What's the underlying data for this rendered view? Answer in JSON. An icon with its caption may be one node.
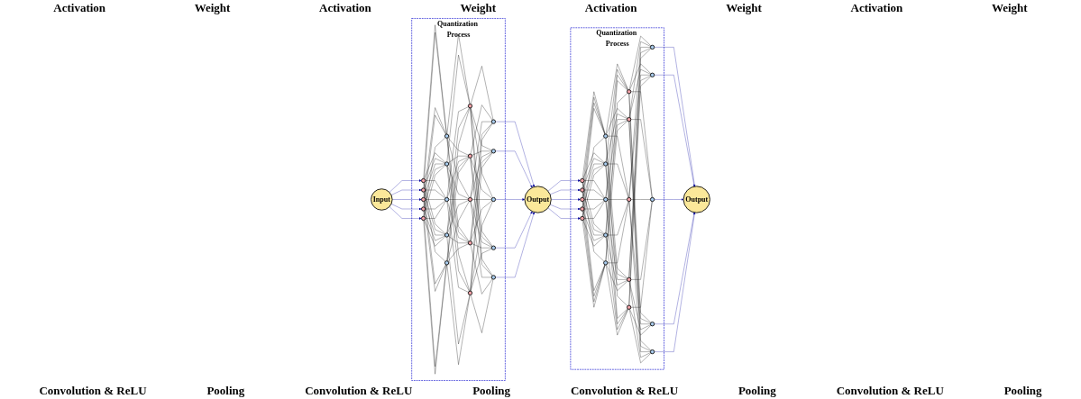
{
  "diagram": {
    "nodes": [
      {
        "text": [
          "Input"
        ]
      },
      {
        "text": [
          "Quantization Process"
        ]
      },
      {
        "text": [],
        "shape": "circle",
        "in": 1
      },
      {
        "text": [],
        "shape": "circle",
        "in": 1
      },
      {
        "text": [],
        "shape": "circle",
        "in": 1
      },
      {
        "text": [],
        "shape": "circle",
        "in": 1
      },
      {
        "text": [],
        "shape": "circle",
        "in": 1
      },
      {
        "text": [],
        "shape": "circle",
        "in": 1
      },
      {
        "text": [],
        "shape": "circle",
        "in": 1
      },
      {
        "text": [],
        "shape": "circle",
        "in": 1
      },
      {
        "text": [],
        "shape": "circle",
        "in": 1
      },
      {
        "text": [],
        "shape": "circle",
        "in": 1
      },
      {
        "text": [],
        "shape": "circle",
        "in": 1
      },
      {
        "text": [],
        "shape": "circle",
        "in": 1
      },
      {
        "text": [],
        "shape": "circle",
        "in": 1
      },
      {
        "text": [],
        "shape": "circle",
        "in": 1
      },
      {
        "text": [],
        "shape": "circle",
        "in": 1
      },
      {
        "text": [],
        "shape": "circle",
        "in": 1
      },
      {
        "text": [],
        "shape": "circle",
        "in": 1
      },
      {
        "text": [],
        "shape": "circle",
        "in": 1
      },
      {
        "text": [],
        "shape": "circle",
        "in": 1
      },
      {
        "text": [],
        "shape": "circle",
        "in": 1
      },
      {
        "text": [
          "Output"
        ]
      },
      {
        "text": [
          "Quantization Process"
        ]
      },
      {
        "text": [],
        "shape": "circle",
        "in": 23
      },
      {
        "text": [],
        "shape": "circle",
        "in": 23
      },
      {
        "text": [],
        "shape": "circle",
        "in": 23
      },
      {
        "text": [],
        "shape": "circle",
        "in": 23
      },
      {
        "text": [],
        "shape": "circle",
        "in": 23
      },
      {
        "text": [],
        "shape": "circle",
        "in": 23
      },
      {
        "text": [],
        "shape": "circle",
        "in": 23
      },
      {
        "text": [],
        "shape": "circle",
        "in": 23
      },
      {
        "text": [],
        "shape": "circle",
        "in": 23
      },
      {
        "text": [],
        "shape": "circle",
        "in": 23
      },
      {
        "text": [],
        "shape": "circle",
        "in": 23
      },
      {
        "text": [],
        "shape": "circle",
        "in": 23
      },
      {
        "text": [],
        "shape": "circle",
        "in": 23
      },
      {
        "text": [],
        "shape": "circle",
        "in": 23
      },
      {
        "text": [],
        "shape": "circle",
        "in": 23
      },
      {
        "text": [],
        "shape": "circle",
        "in": 23
      },
      {
        "text": [],
        "shape": "circle",
        "in": 23
      },
      {
        "text": [],
        "shape": "circle",
        "in": 23
      },
      {
        "text": [],
        "shape": "circle",
        "in": 23
      },
      {
        "text": [],
        "shape": "circle",
        "in": 23
      },
      {
        "text": [
          "Output"
        ]
      }
    ],
    "edges": [
      {
        "from": 0,
        "to": 2,
        "arrow": "to",
        "color": "#0000a0"
      },
      {
        "from": 0,
        "to": 3,
        "arrow": "to",
        "color": "#0000a0"
      },
      {
        "from": 0,
        "to": 4,
        "arrow": "to",
        "color": "#0000a0"
      },
      {
        "from": 0,
        "to": 5,
        "arrow": "to",
        "color": "#0000a0"
      },
      {
        "from": 0,
        "to": 6,
        "arrow": "to",
        "color": "#0000a0"
      },
      {
        "from": 2,
        "to": 7,
        "arrow": "none"
      },
      {
        "from": 2,
        "to": 8,
        "arrow": "none"
      },
      {
        "from": 2,
        "to": 9,
        "arrow": "none"
      },
      {
        "from": 2,
        "to": 10,
        "arrow": "none"
      },
      {
        "from": 2,
        "to": 11,
        "arrow": "none"
      },
      {
        "from": 3,
        "to": 7,
        "arrow": "none"
      },
      {
        "from": 3,
        "to": 8,
        "arrow": "none"
      },
      {
        "from": 3,
        "to": 9,
        "arrow": "none"
      },
      {
        "from": 3,
        "to": 10,
        "arrow": "none"
      },
      {
        "from": 3,
        "to": 11,
        "arrow": "none"
      },
      {
        "from": 4,
        "to": 7,
        "arrow": "none"
      },
      {
        "from": 4,
        "to": 8,
        "arrow": "none"
      },
      {
        "from": 4,
        "to": 9,
        "arrow": "none"
      },
      {
        "from": 4,
        "to": 10,
        "arrow": "none"
      },
      {
        "from": 4,
        "to": 11,
        "arrow": "none"
      },
      {
        "from": 5,
        "to": 7,
        "arrow": "none"
      },
      {
        "from": 5,
        "to": 8,
        "arrow": "none"
      },
      {
        "from": 5,
        "to": 9,
        "arrow": "none"
      },
      {
        "from": 5,
        "to": 10,
        "arrow": "none"
      },
      {
        "from": 5,
        "to": 11,
        "arrow": "none"
      },
      {
        "from": 6,
        "to": 7,
        "arrow": "none"
      },
      {
        "from": 6,
        "to": 8,
        "arrow": "none"
      },
      {
        "from": 6,
        "to": 9,
        "arrow": "none"
      },
      {
        "from": 6,
        "to": 10,
        "arrow": "none"
      },
      {
        "from": 6,
        "to": 11,
        "arrow": "none"
      },
      {
        "from": 7,
        "to": 12,
        "arrow": "none"
      },
      {
        "from": 7,
        "to": 13,
        "arrow": "none"
      },
      {
        "from": 7,
        "to": 14,
        "arrow": "none"
      },
      {
        "from": 7,
        "to": 15,
        "arrow": "none"
      },
      {
        "from": 7,
        "to": 16,
        "arrow": "none"
      },
      {
        "from": 8,
        "to": 12,
        "arrow": "none"
      },
      {
        "from": 8,
        "to": 13,
        "arrow": "none"
      },
      {
        "from": 8,
        "to": 14,
        "arrow": "none"
      },
      {
        "from": 8,
        "to": 15,
        "arrow": "none"
      },
      {
        "from": 8,
        "to": 16,
        "arrow": "none"
      },
      {
        "from": 9,
        "to": 12,
        "arrow": "none"
      },
      {
        "from": 9,
        "to": 13,
        "arrow": "none"
      },
      {
        "from": 9,
        "to": 14,
        "arrow": "none"
      },
      {
        "from": 9,
        "to": 15,
        "arrow": "none"
      },
      {
        "from": 9,
        "to": 16,
        "arrow": "none"
      },
      {
        "from": 10,
        "to": 12,
        "arrow": "none"
      },
      {
        "from": 10,
        "to": 13,
        "arrow": "none"
      },
      {
        "from": 10,
        "to": 14,
        "arrow": "none"
      },
      {
        "from": 10,
        "to": 15,
        "arrow": "none"
      },
      {
        "from": 10,
        "to": 16,
        "arrow": "none"
      },
      {
        "from": 11,
        "to": 12,
        "arrow": "none"
      },
      {
        "from": 11,
        "to": 13,
        "arrow": "none"
      },
      {
        "from": 11,
        "to": 14,
        "arrow": "none"
      },
      {
        "from": 11,
        "to": 15,
        "arrow": "none"
      },
      {
        "from": 11,
        "to": 16,
        "arrow": "none"
      },
      {
        "from": 12,
        "to": 17,
        "arrow": "none"
      },
      {
        "from": 12,
        "to": 18,
        "arrow": "none"
      },
      {
        "from": 12,
        "to": 19,
        "arrow": "none"
      },
      {
        "from": 12,
        "to": 20,
        "arrow": "none"
      },
      {
        "from": 12,
        "to": 21,
        "arrow": "none"
      },
      {
        "from": 13,
        "to": 17,
        "arrow": "none"
      },
      {
        "from": 13,
        "to": 18,
        "arrow": "none"
      },
      {
        "from": 13,
        "to": 19,
        "arrow": "none"
      },
      {
        "from": 13,
        "to": 20,
        "arrow": "none"
      },
      {
        "from": 13,
        "to": 21,
        "arrow": "none"
      },
      {
        "from": 14,
        "to": 17,
        "arrow": "none"
      },
      {
        "from": 14,
        "to": 18,
        "arrow": "none"
      },
      {
        "from": 14,
        "to": 19,
        "arrow": "none"
      },
      {
        "from": 14,
        "to": 20,
        "arrow": "none"
      },
      {
        "from": 14,
        "to": 21,
        "arrow": "none"
      },
      {
        "from": 15,
        "to": 17,
        "arrow": "none"
      },
      {
        "from": 15,
        "to": 18,
        "arrow": "none"
      },
      {
        "from": 15,
        "to": 19,
        "arrow": "none"
      },
      {
        "from": 15,
        "to": 20,
        "arrow": "none"
      },
      {
        "from": 15,
        "to": 21,
        "arrow": "none"
      },
      {
        "from": 16,
        "to": 17,
        "arrow": "none"
      },
      {
        "from": 16,
        "to": 18,
        "arrow": "none"
      },
      {
        "from": 16,
        "to": 19,
        "arrow": "none"
      },
      {
        "from": 16,
        "to": 20,
        "arrow": "none"
      },
      {
        "from": 16,
        "to": 21,
        "arrow": "none"
      },
      {
        "from": 17,
        "to": 22,
        "arrow": "to",
        "color": "#0000a0"
      },
      {
        "from": 18,
        "to": 22,
        "arrow": "to",
        "color": "#0000a0"
      },
      {
        "from": 19,
        "to": 22,
        "arrow": "to",
        "color": "#0000a0"
      },
      {
        "from": 20,
        "to": 22,
        "arrow": "to",
        "color": "#0000a0"
      },
      {
        "from": 21,
        "to": 22,
        "arrow": "to",
        "color": "#0000a0"
      },
      {
        "from": 22,
        "to": 24,
        "arrow": "to",
        "color": "#0000a0"
      },
      {
        "from": 22,
        "to": 25,
        "arrow": "to",
        "color": "#0000a0"
      },
      {
        "from": 22,
        "to": 26,
        "arrow": "to",
        "color": "#0000a0"
      },
      {
        "from": 22,
        "to": 27,
        "arrow": "to",
        "color": "#0000a0"
      },
      {
        "from": 22,
        "to": 28,
        "arrow": "to",
        "color": "#0000a0"
      },
      {
        "from": 24,
        "to": 29,
        "arrow": "none"
      },
      {
        "from": 24,
        "to": 30,
        "arrow": "none"
      },
      {
        "from": 24,
        "to": 31,
        "arrow": "none"
      },
      {
        "from": 24,
        "to": 32,
        "arrow": "none"
      },
      {
        "from": 24,
        "to": 33,
        "arrow": "none"
      },
      {
        "from": 25,
        "to": 29,
        "arrow": "none"
      },
      {
        "from": 25,
        "to": 30,
        "arrow": "none"
      },
      {
        "from": 25,
        "to": 31,
        "arrow": "none"
      },
      {
        "from": 25,
        "to": 32,
        "arrow": "none"
      },
      {
        "from": 25,
        "to": 33,
        "arrow": "none"
      },
      {
        "from": 26,
        "to": 29,
        "arrow": "none"
      },
      {
        "from": 26,
        "to": 30,
        "arrow": "none"
      },
      {
        "from": 26,
        "to": 31,
        "arrow": "none"
      },
      {
        "from": 26,
        "to": 32,
        "arrow": "none"
      },
      {
        "from": 26,
        "to": 33,
        "arrow": "none"
      },
      {
        "from": 27,
        "to": 29,
        "arrow": "none"
      },
      {
        "from": 27,
        "to": 30,
        "arrow": "none"
      },
      {
        "from": 27,
        "to": 31,
        "arrow": "none"
      },
      {
        "from": 27,
        "to": 32,
        "arrow": "none"
      },
      {
        "from": 27,
        "to": 33,
        "arrow": "none"
      },
      {
        "from": 28,
        "to": 29,
        "arrow": "none"
      },
      {
        "from": 28,
        "to": 30,
        "arrow": "none"
      },
      {
        "from": 28,
        "to": 31,
        "arrow": "none"
      },
      {
        "from": 28,
        "to": 32,
        "arrow": "none"
      },
      {
        "from": 28,
        "to": 33,
        "arrow": "none"
      },
      {
        "from": 29,
        "to": 34,
        "arrow": "none"
      },
      {
        "from": 29,
        "to": 35,
        "arrow": "none"
      },
      {
        "from": 29,
        "to": 36,
        "arrow": "none"
      },
      {
        "from": 29,
        "to": 37,
        "arrow": "none"
      },
      {
        "from": 29,
        "to": 38,
        "arrow": "none"
      },
      {
        "from": 30,
        "to": 34,
        "arrow": "none"
      },
      {
        "from": 30,
        "to": 35,
        "arrow": "none"
      },
      {
        "from": 30,
        "to": 36,
        "arrow": "none"
      },
      {
        "from": 30,
        "to": 37,
        "arrow": "none"
      },
      {
        "from": 30,
        "to": 38,
        "arrow": "none"
      },
      {
        "from": 31,
        "to": 34,
        "arrow": "none"
      },
      {
        "from": 31,
        "to": 35,
        "arrow": "none"
      },
      {
        "from": 31,
        "to": 36,
        "arrow": "none"
      },
      {
        "from": 31,
        "to": 37,
        "arrow": "none"
      },
      {
        "from": 31,
        "to": 38,
        "arrow": "none"
      },
      {
        "from": 32,
        "to": 34,
        "arrow": "none"
      },
      {
        "from": 32,
        "to": 35,
        "arrow": "none"
      },
      {
        "from": 32,
        "to": 36,
        "arrow": "none"
      },
      {
        "from": 32,
        "to": 37,
        "arrow": "none"
      },
      {
        "from": 32,
        "to": 38,
        "arrow": "none"
      },
      {
        "from": 33,
        "to": 34,
        "arrow": "none"
      },
      {
        "from": 33,
        "to": 35,
        "arrow": "none"
      },
      {
        "from": 33,
        "to": 36,
        "arrow": "none"
      },
      {
        "from": 33,
        "to": 37,
        "arrow": "none"
      },
      {
        "from": 33,
        "to": 38,
        "arrow": "none"
      },
      {
        "from": 34,
        "to": 39,
        "arrow": "none"
      },
      {
        "from": 34,
        "to": 40,
        "arrow": "none"
      },
      {
        "from": 34,
        "to": 41,
        "arrow": "none"
      },
      {
        "from": 34,
        "to": 42,
        "arrow": "none"
      },
      {
        "from": 34,
        "to": 43,
        "arrow": "none"
      },
      {
        "from": 35,
        "to": 39,
        "arrow": "none"
      },
      {
        "from": 35,
        "to": 40,
        "arrow": "none"
      },
      {
        "from": 35,
        "to": 41,
        "arrow": "none"
      },
      {
        "from": 35,
        "to": 42,
        "arrow": "none"
      },
      {
        "from": 35,
        "to": 43,
        "arrow": "none"
      },
      {
        "from": 36,
        "to": 39,
        "arrow": "none"
      },
      {
        "from": 36,
        "to": 40,
        "arrow": "none"
      },
      {
        "from": 36,
        "to": 41,
        "arrow": "none"
      },
      {
        "from": 36,
        "to": 42,
        "arrow": "none"
      },
      {
        "from": 36,
        "to": 43,
        "arrow": "none"
      },
      {
        "from": 37,
        "to": 39,
        "arrow": "none"
      },
      {
        "from": 37,
        "to": 40,
        "arrow": "none"
      },
      {
        "from": 37,
        "to": 41,
        "arrow": "none"
      },
      {
        "from": 37,
        "to": 42,
        "arrow": "none"
      },
      {
        "from": 37,
        "to": 43,
        "arrow": "none"
      },
      {
        "from": 38,
        "to": 39,
        "arrow": "none"
      },
      {
        "from": 38,
        "to": 40,
        "arrow": "none"
      },
      {
        "from": 38,
        "to": 41,
        "arrow": "none"
      },
      {
        "from": 38,
        "to": 42,
        "arrow": "none"
      },
      {
        "from": 38,
        "to": 43,
        "arrow": "none"
      },
      {
        "from": 39,
        "to": 44,
        "arrow": "to",
        "color": "#0000a0"
      },
      {
        "from": 40,
        "to": 44,
        "arrow": "to",
        "color": "#0000a0"
      },
      {
        "from": 41,
        "to": 44,
        "arrow": "to",
        "color": "#0000a0"
      },
      {
        "from": 42,
        "to": 44,
        "arrow": "to",
        "color": "#0000a0"
      },
      {
        "from": 43,
        "to": 44,
        "arrow": "to",
        "color": "#0000a0"
      }
    ],
    "labels": [
      "Activation",
      "Weight",
      "Activation",
      "Weight",
      "Activation",
      "Weight",
      "Activation",
      "Weight",
      "Convolution & ReLU",
      "Pooling",
      "Convolution & ReLU",
      "Pooling",
      "Convolution & ReLU",
      "Pooling",
      "Convolution & ReLU",
      "Pooling"
    ]
  }
}
